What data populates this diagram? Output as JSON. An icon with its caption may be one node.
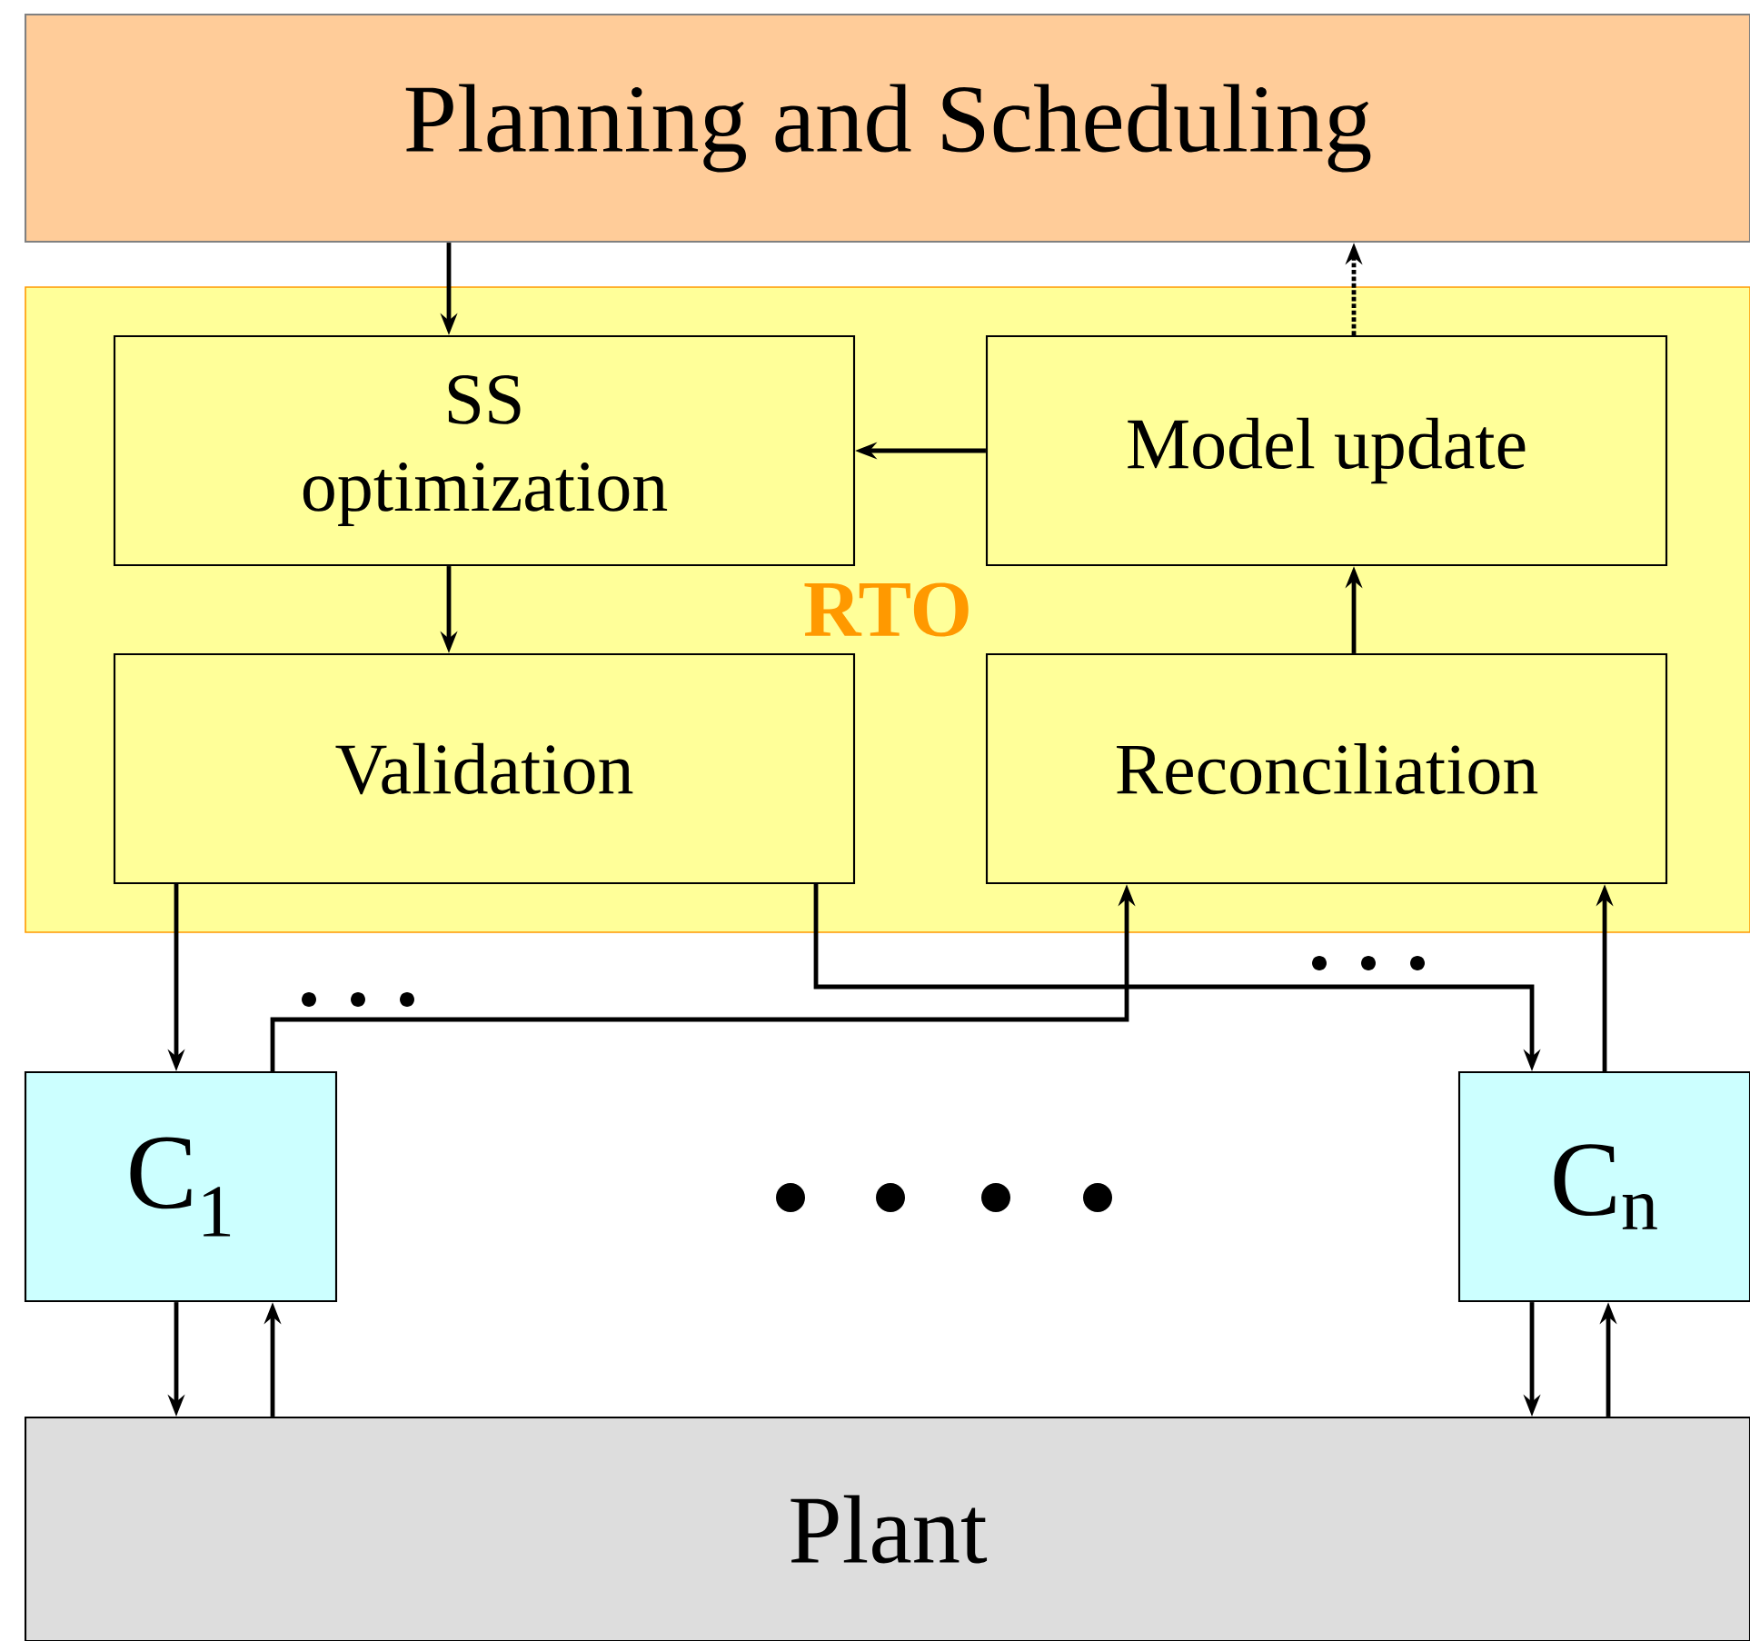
{
  "diagram": {
    "nodes": [
      {
        "text": [
          "Planning and Scheduling"
        ]
      },
      {
        "text": [
          "RTO"
        ]
      },
      {
        "text": [
          "SS optimization"
        ],
        "in": 1
      },
      {
        "text": [
          "Model update"
        ],
        "in": 1
      },
      {
        "text": [
          "Validation"
        ],
        "in": 1
      },
      {
        "text": [
          "Reconciliation"
        ],
        "in": 1
      },
      {
        "text": [
          "C$_{1}$"
        ]
      },
      {
        "text": [
          "C$_{n}$"
        ]
      },
      {
        "text": [
          "Plant"
        ]
      }
    ],
    "edges": [
      {
        "from": 0,
        "to": 2,
        "arrow": "to"
      },
      {
        "from": 3,
        "to": 0,
        "arrow": "to",
        "style": "dashed"
      },
      {
        "from": 3,
        "to": 2,
        "arrow": "to"
      },
      {
        "from": 2,
        "to": 4,
        "arrow": "to"
      },
      {
        "from": 5,
        "to": 3,
        "arrow": "to"
      },
      {
        "from": 4,
        "to": 6,
        "arrow": "to"
      },
      {
        "from": 4,
        "to": 7,
        "arrow": "to"
      },
      {
        "from": 6,
        "to": 5,
        "arrow": "to"
      },
      {
        "from": 7,
        "to": 5,
        "arrow": "to"
      },
      {
        "from": 6,
        "to": 8,
        "arrow": "to"
      },
      {
        "from": 8,
        "to": 6,
        "arrow": "to"
      },
      {
        "from": 7,
        "to": 8,
        "arrow": "to"
      },
      {
        "from": 8,
        "to": 7,
        "arrow": "to"
      }
    ]
  }
}
